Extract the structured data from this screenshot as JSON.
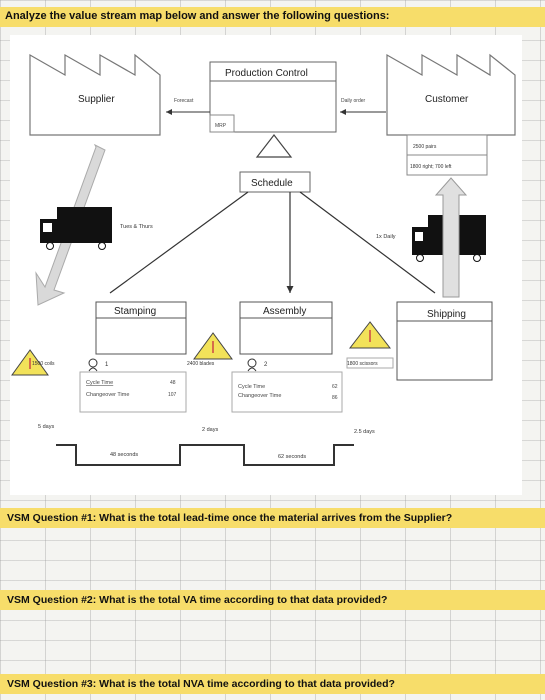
{
  "header": {
    "title": "Analyze the value stream map below and answer the following questions:"
  },
  "vsm": {
    "supplier": "Supplier",
    "production_control": "Production Control",
    "customer": "Customer",
    "forecast": "Forecast",
    "mrp": "MRP",
    "daily_order": "Daily order",
    "schedule": "Schedule",
    "supplier_delivery": "Tues & Thurs",
    "customer_delivery": "1x Daily",
    "customer_demand_1": "2500 pairs",
    "customer_demand_2": "1800 right; 700 left",
    "processes": {
      "stamping": {
        "name": "Stamping",
        "operators": "1",
        "cycle_time_label": "Cycle Time",
        "cycle_time": "48",
        "changeover_label": "Changeover Time",
        "changeover": "107"
      },
      "assembly": {
        "name": "Assembly",
        "operators": "2",
        "cycle_time_label": "Cycle Time",
        "cycle_time": "62",
        "changeover_label": "Changeover Time",
        "changeover": "86"
      },
      "shipping": {
        "name": "Shipping"
      }
    },
    "inventory": {
      "raw": "1500 coils",
      "wip": "2400 blades",
      "finished": "1800 scissors"
    },
    "timeline": {
      "lt1": "5 days",
      "lt2": "2 days",
      "lt3": "2.5 days",
      "va1": "48 seconds",
      "va2": "62 seconds"
    }
  },
  "questions": {
    "q1_label": "VSM Question #1:",
    "q1_text": " What is the total lead-time once the material arrives from the Supplier?",
    "q2_label": "VSM Question #2:",
    "q2_text": " What is the total VA time according to that data provided?",
    "q3_label": "VSM Question #3:",
    "q3_text": " What is the total NVA time according to that data provided?"
  }
}
